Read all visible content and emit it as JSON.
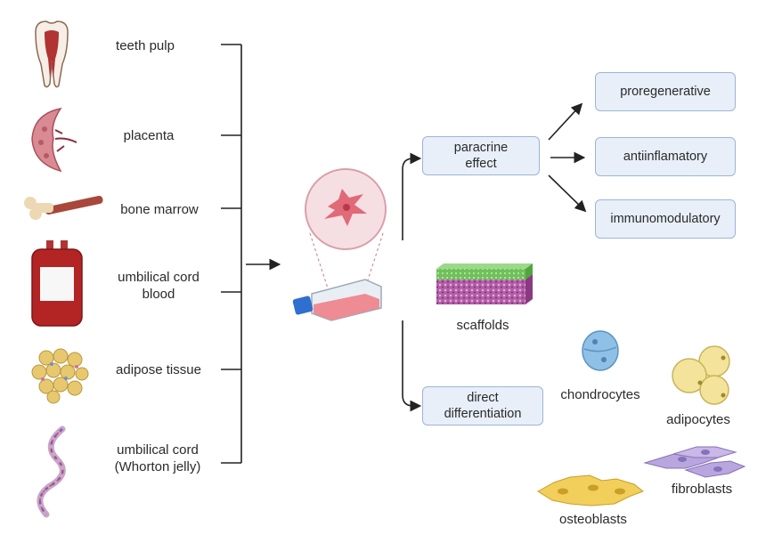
{
  "sources": [
    {
      "label": "teeth pulp",
      "icon": "tooth-icon"
    },
    {
      "label": "placenta",
      "icon": "placenta-icon"
    },
    {
      "label": "bone marrow",
      "icon": "bone-icon"
    },
    {
      "label": "umbilical cord\nblood",
      "icon": "blood-bag-icon"
    },
    {
      "label": "adipose tissue",
      "icon": "adipose-tissue-icon"
    },
    {
      "label": "umbilical cord\n(Whorton jelly)",
      "icon": "umbilical-cord-icon"
    }
  ],
  "mechanisms": {
    "paracrine": "paracrine\neffect",
    "direct": "direct\ndifferentiation"
  },
  "effects": [
    "proregenerative",
    "antiinflamatory",
    "immunomodulatory"
  ],
  "scaffolds_label": "scaffolds",
  "cell_types": {
    "chondrocytes": "chondrocytes",
    "adipocytes": "adipocytes",
    "fibroblasts": "fibroblasts",
    "osteoblasts": "osteoblasts"
  },
  "colors": {
    "box_fill": "#e8eff9",
    "box_border": "#9db5d6",
    "line": "#222222"
  }
}
